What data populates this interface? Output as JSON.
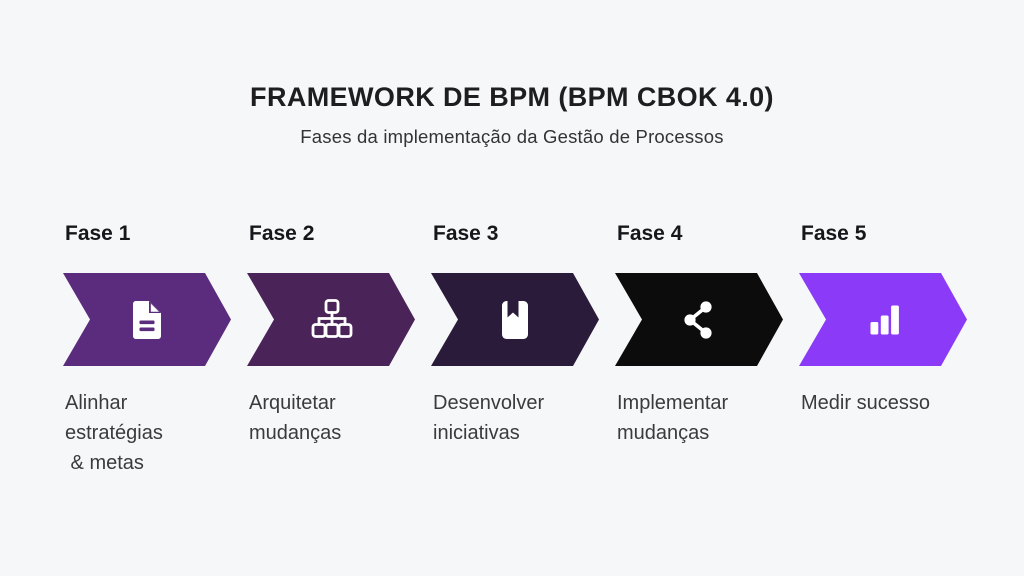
{
  "page": {
    "background_color": "#F6F7F9"
  },
  "header": {
    "title": "FRAMEWORK DE BPM (BPM CBOK 4.0)",
    "subtitle": "Fases da implementação da Gestão de Processos"
  },
  "phases": [
    {
      "label": "Fase 1",
      "description": "Alinhar\nestratégias\n & metas",
      "icon": "document-icon",
      "color": "#5B2C7E"
    },
    {
      "label": "Fase 2",
      "description": "Arquitetar\nmudanças",
      "icon": "org-chart-icon",
      "color": "#4A2459"
    },
    {
      "label": "Fase 3",
      "description": "Desenvolver\niniciativas",
      "icon": "book-icon",
      "color": "#2B1B3A"
    },
    {
      "label": "Fase 4",
      "description": "Implementar\nmudanças",
      "icon": "share-icon",
      "color": "#0C0C0C"
    },
    {
      "label": "Fase 5",
      "description": "Medir sucesso",
      "icon": "bar-chart-icon",
      "color": "#8B3BF7"
    }
  ]
}
